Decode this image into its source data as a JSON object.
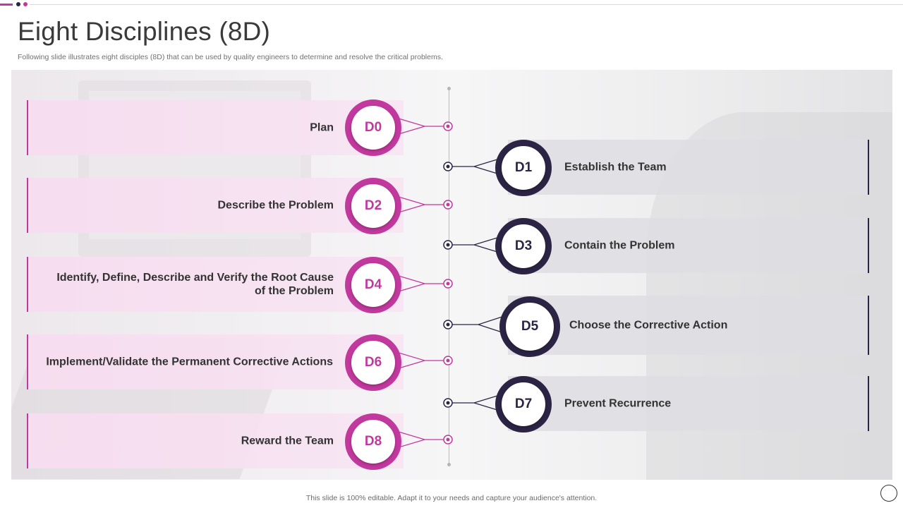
{
  "header": {
    "title": "Eight Disciplines (8D)",
    "subtitle": "Following slide illustrates eight disciples (8D) that can be used by quality engineers to determine and resolve the critical problems."
  },
  "colors": {
    "accent": "#c2399e",
    "dark": "#2c2444"
  },
  "steps": [
    {
      "code": "D0",
      "label": "Plan",
      "side": "left"
    },
    {
      "code": "D1",
      "label": "Establish the Team",
      "side": "right"
    },
    {
      "code": "D2",
      "label": "Describe the Problem",
      "side": "left"
    },
    {
      "code": "D3",
      "label": "Contain the Problem",
      "side": "right"
    },
    {
      "code": "D4",
      "label": "Identify, Define, Describe and Verify the Root Cause of the Problem",
      "side": "left"
    },
    {
      "code": "D5",
      "label": "Choose the Corrective Action",
      "side": "right"
    },
    {
      "code": "D6",
      "label": "Implement/Validate the Permanent Corrective Actions",
      "side": "left"
    },
    {
      "code": "D7",
      "label": "Prevent Recurrence",
      "side": "right"
    },
    {
      "code": "D8",
      "label": "Reward the Team",
      "side": "left"
    }
  ],
  "footer": {
    "text": "This slide is 100% editable. Adapt it to your needs and capture your audience's attention."
  }
}
